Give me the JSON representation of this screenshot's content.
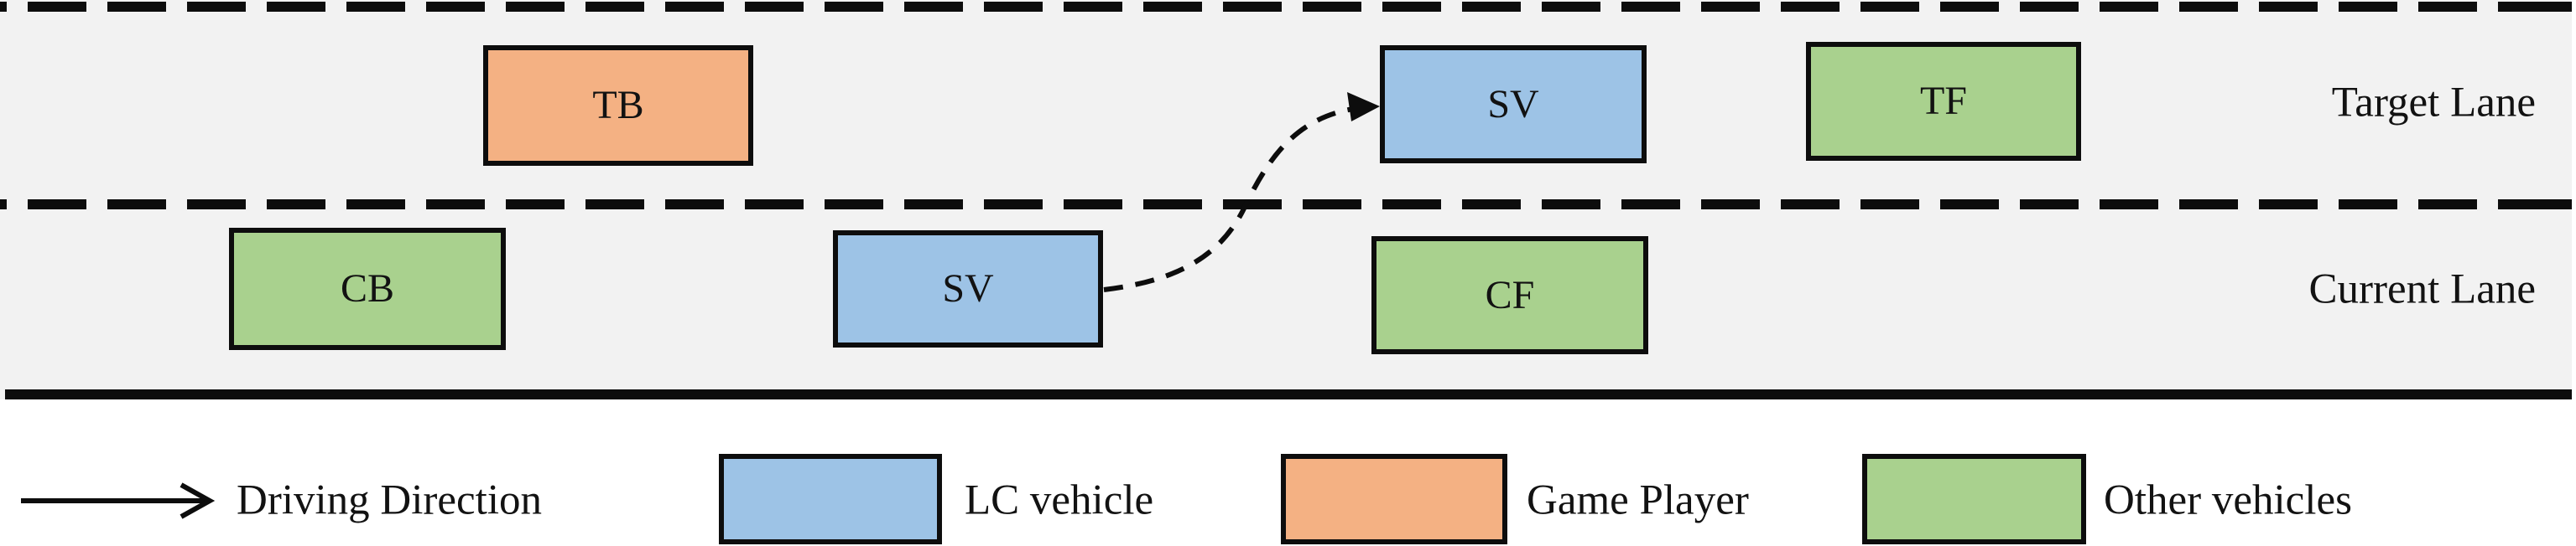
{
  "scene": {
    "target_lane_label": "Target Lane",
    "current_lane_label": "Current Lane"
  },
  "vehicles": {
    "tb": {
      "label": "TB",
      "lane": "target",
      "role": "game-player"
    },
    "sv_target": {
      "label": "SV",
      "lane": "target",
      "role": "lc-vehicle-destination"
    },
    "tf": {
      "label": "TF",
      "lane": "target",
      "role": "other-vehicle"
    },
    "cb": {
      "label": "CB",
      "lane": "current",
      "role": "other-vehicle"
    },
    "sv_current": {
      "label": "SV",
      "lane": "current",
      "role": "lc-vehicle"
    },
    "cf": {
      "label": "CF",
      "lane": "current",
      "role": "other-vehicle"
    }
  },
  "legend": {
    "driving_direction_label": "Driving Direction",
    "lc_vehicle_label": "LC vehicle",
    "game_player_label": "Game Player",
    "other_vehicles_label": "Other vehicles"
  },
  "colors": {
    "lc_vehicle": "#9DC3E6",
    "game_player": "#F4B183",
    "other_vehicles": "#A9D18E",
    "road_background": "#F2F2F2",
    "line": "#0D0D0D"
  }
}
